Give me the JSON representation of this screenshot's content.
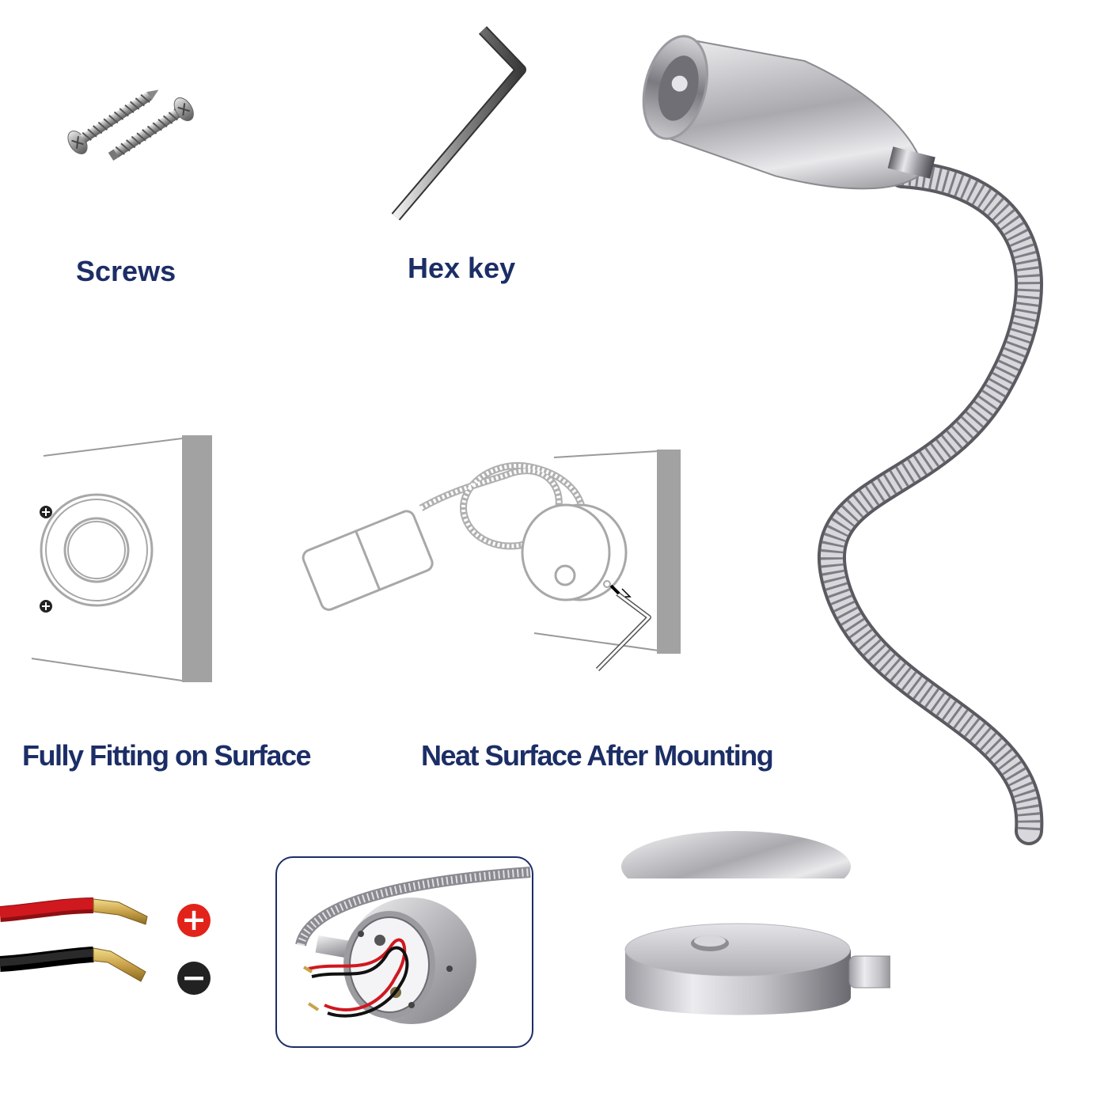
{
  "accessories": {
    "screws_label": "Screws",
    "hex_key_label": "Hex key"
  },
  "mounting": {
    "fitting_label": "Fully Fitting on Surface",
    "neat_label": "Neat Surface After Mounting"
  },
  "wiring": {
    "positive_symbol": "+",
    "negative_symbol": "−",
    "positive_color": "#e2231a",
    "negative_color": "#222222",
    "red_wire_color": "#d0181f",
    "black_wire_color": "#111111",
    "pin_color": "#c9a24a"
  },
  "colors": {
    "label_text": "#1c2e66",
    "diagram_line": "#a8a8a8",
    "wall": "#a0a0a0",
    "chrome": "#c8c8cc"
  },
  "icons": {
    "screws": "screws-image",
    "hex_key": "hex-key-image",
    "lamp": "gooseneck-reading-lamp",
    "base": "lamp-base-wiring-photo"
  }
}
